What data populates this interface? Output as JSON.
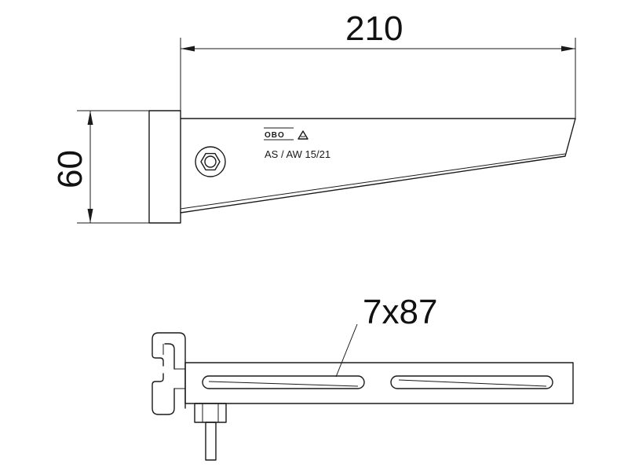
{
  "dimensions": {
    "width_label": "210",
    "height_label": "60",
    "slot_label": "7x87"
  },
  "marking": {
    "brand_logo": "OBO",
    "product_code": "AS / AW 15/21"
  },
  "colors": {
    "line": "#1a1a1a",
    "background": "#ffffff"
  }
}
